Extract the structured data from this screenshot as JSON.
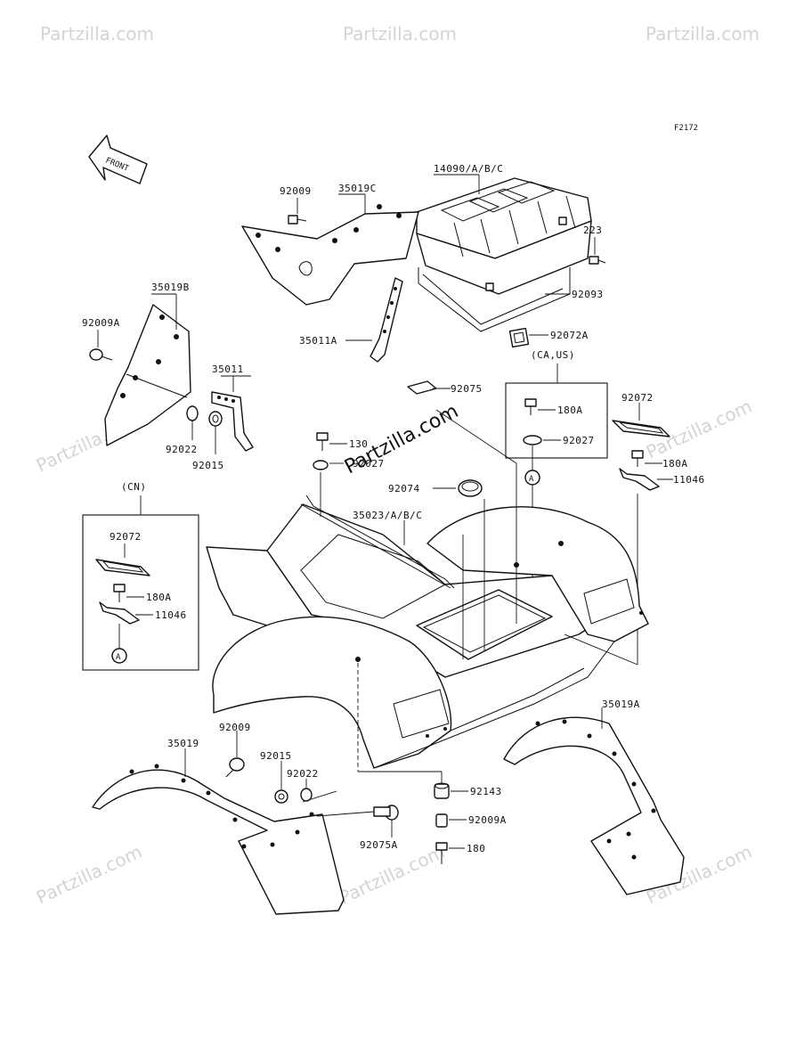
{
  "watermark": "Partzilla.com",
  "figure_code": "F2172",
  "front_arrow": "FRONT",
  "region_labels": {
    "cn": "(CN)",
    "ca_us": "(CA,US)"
  },
  "ref_marker": "A",
  "parts": [
    {
      "id": "p14090",
      "label": "14090/A/B/C"
    },
    {
      "id": "p223",
      "label": "223"
    },
    {
      "id": "p92093",
      "label": "92093"
    },
    {
      "id": "p92072A",
      "label": "92072A"
    },
    {
      "id": "p92009_top",
      "label": "92009"
    },
    {
      "id": "p35019C",
      "label": "35019C"
    },
    {
      "id": "p35011A",
      "label": "35011A"
    },
    {
      "id": "p35019B",
      "label": "35019B"
    },
    {
      "id": "p92009A_left",
      "label": "92009A"
    },
    {
      "id": "p35011",
      "label": "35011"
    },
    {
      "id": "p92022_left",
      "label": "92022"
    },
    {
      "id": "p92015_left",
      "label": "92015"
    },
    {
      "id": "p92075",
      "label": "92075"
    },
    {
      "id": "p130",
      "label": "130"
    },
    {
      "id": "p92027_mid",
      "label": "92027"
    },
    {
      "id": "p92074",
      "label": "92074"
    },
    {
      "id": "p35023",
      "label": "35023/A/B/C"
    },
    {
      "id": "p180A_caus",
      "label": "180A"
    },
    {
      "id": "p92027_caus",
      "label": "92027"
    },
    {
      "id": "p92072_right",
      "label": "92072"
    },
    {
      "id": "p180A_right",
      "label": "180A"
    },
    {
      "id": "p11046_right",
      "label": "11046"
    },
    {
      "id": "p92072_cn",
      "label": "92072"
    },
    {
      "id": "p180A_cn",
      "label": "180A"
    },
    {
      "id": "p11046_cn",
      "label": "11046"
    },
    {
      "id": "p35019A",
      "label": "35019A"
    },
    {
      "id": "p92009_bottom",
      "label": "92009"
    },
    {
      "id": "p35019",
      "label": "35019"
    },
    {
      "id": "p92015_bottom",
      "label": "92015"
    },
    {
      "id": "p92022_bottom",
      "label": "92022"
    },
    {
      "id": "p92075A",
      "label": "92075A"
    },
    {
      "id": "p92143",
      "label": "92143"
    },
    {
      "id": "p92009A_bottom",
      "label": "92009A"
    },
    {
      "id": "p180",
      "label": "180"
    }
  ]
}
